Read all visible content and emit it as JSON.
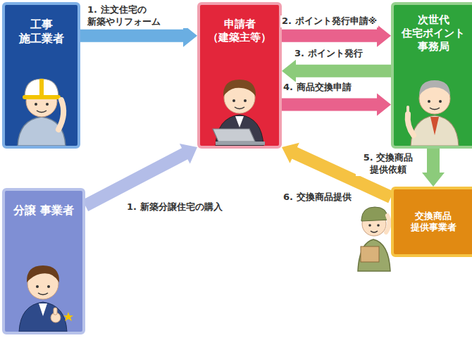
{
  "diagram": {
    "nodes": [
      {
        "text": [
          "工事 施工業者"
        ]
      },
      {
        "text": [
          "申請者 （建築主等）"
        ]
      },
      {
        "text": [
          "次世代 住宅ポイント 事務局"
        ]
      },
      {
        "text": [
          "分譲 事業者"
        ]
      },
      {
        "text": [
          "交換商品 提供事業者"
        ]
      }
    ],
    "edges": [
      {
        "from": 0,
        "to": 1,
        "label": "1. 注文住宅の 新築やリフォーム",
        "arrow": "to"
      },
      {
        "from": 1,
        "to": 2,
        "label": "2. ポイント発行申請※",
        "arrow": "to"
      },
      {
        "from": 2,
        "to": 1,
        "label": "3. ポイント発行",
        "arrow": "to"
      },
      {
        "from": 1,
        "to": 2,
        "label": "4. 商品交換申請",
        "arrow": "to"
      },
      {
        "from": 2,
        "to": 4,
        "label": "5. 交換商品 提供依頼",
        "arrow": "to"
      },
      {
        "from": 4,
        "to": 1,
        "label": "6. 交換商品提供",
        "arrow": "to"
      },
      {
        "from": 3,
        "to": 1,
        "label": "1. 新築分譲住宅の購入",
        "arrow": "to"
      }
    ]
  }
}
